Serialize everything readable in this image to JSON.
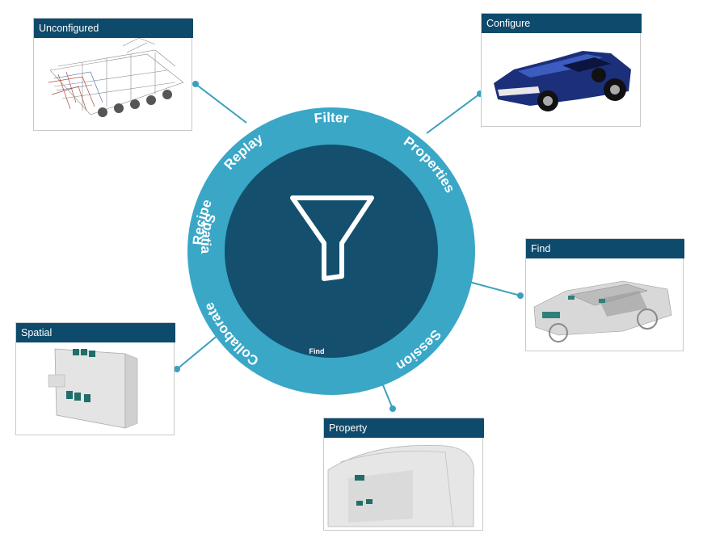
{
  "center": {
    "icon": "funnel-filter-icon"
  },
  "ring": {
    "labels": [
      "Filter",
      "Properties",
      "Spatial",
      "Session",
      "Collaborate",
      "Recipe",
      "Replay"
    ],
    "small_label": "Find"
  },
  "cards": {
    "unconfigured": {
      "title": "Unconfigured",
      "image": "wireframe-truck-image"
    },
    "configure": {
      "title": "Configure",
      "image": "blue-race-car-image"
    },
    "find": {
      "title": "Find",
      "image": "translucent-chassis-image"
    },
    "spatial": {
      "title": "Spatial",
      "image": "translucent-bracket-image"
    },
    "property": {
      "title": "Property",
      "image": "translucent-body-shell-image"
    }
  },
  "colors": {
    "ring_outer": "#3aa7c7",
    "ring_inner": "#14506e",
    "header": "#0e4a6b",
    "connector": "#3aa0c0"
  }
}
